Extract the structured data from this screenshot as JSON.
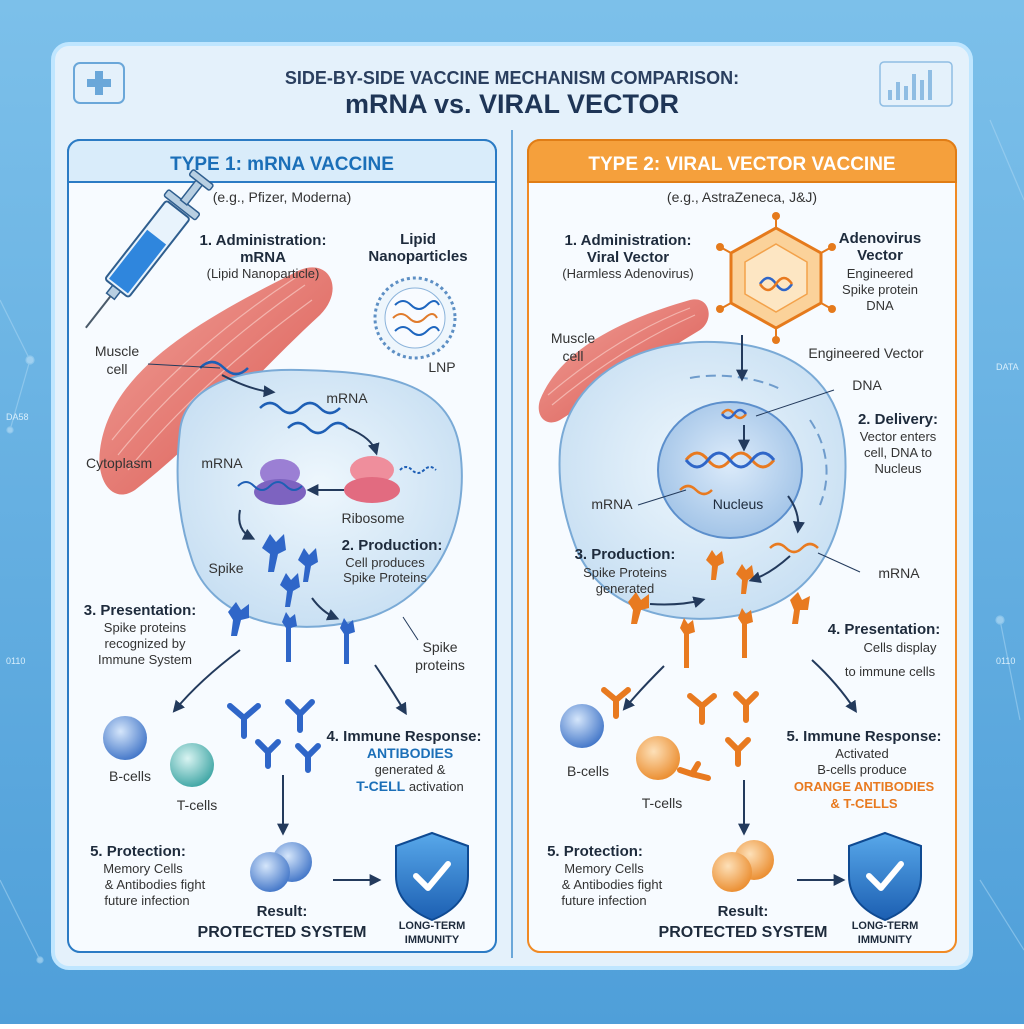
{
  "header": {
    "line1": "SIDE-BY-SIDE VACCINE MECHANISM COMPARISON:",
    "line2": "mRNA vs. VIRAL VECTOR"
  },
  "left": {
    "title": "TYPE 1: mRNA VACCINE",
    "subtitle": "(e.g., Pfizer, Moderna)",
    "step1_title": "1. Administration:",
    "step1_line2": "mRNA",
    "step1_line3": "(Lipid Nanoparticle)",
    "lipid_line1": "Lipid",
    "lipid_line2": "Nanoparticles",
    "lnp": "LNP",
    "muscle_line1": "Muscle",
    "muscle_line2": "cell",
    "mrna_top": "mRNA",
    "cytoplasm": "Cytoplasm",
    "mrna_left": "mRNA",
    "ribosome": "Ribosome",
    "spike": "Spike",
    "step2_title": "2. Production:",
    "step2_line2": "Cell produces",
    "step2_line3": "Spike Proteins",
    "step3_title": "3. Presentation:",
    "step3_line2": "Spike proteins",
    "step3_line3": "recognized by",
    "step3_line4": "Immune System",
    "spike_proteins_line1": "Spike",
    "spike_proteins_line2": "proteins",
    "bcells": "B-cells",
    "tcells": "T-cells",
    "step4_title": "4. Immune Response:",
    "step4_line2": "ANTIBODIES",
    "step4_line3": "generated &",
    "step4_line4a": "T-CELL",
    "step4_line4b": " activation",
    "step5_title": "5. Protection:",
    "step5_line2": "Memory Cells",
    "step5_line3": "& Antibodies fight",
    "step5_line4": "future infection",
    "result_line1": "Result:",
    "result_line2": "PROTECTED SYSTEM",
    "immunity_line1": "LONG-TERM",
    "immunity_line2": "IMMUNITY"
  },
  "right": {
    "title": "TYPE 2: VIRAL VECTOR VACCINE",
    "subtitle": "(e.g., AstraZeneca, J&J)",
    "step1_title": "1. Administration:",
    "step1_line2": "Viral Vector",
    "step1_line3": "(Harmless Adenovirus)",
    "adeno_line1": "Adenovirus",
    "adeno_line2": "Vector",
    "adeno_line3": "Engineered",
    "adeno_line4": "Spike protein",
    "adeno_line5": "DNA",
    "muscle_line1": "Muscle",
    "muscle_line2": "cell",
    "engineered": "Engineered Vector",
    "dna": "DNA",
    "step2_title": "2. Delivery:",
    "step2_line2": "Vector enters",
    "step2_line3": "cell, DNA to",
    "step2_line4": "Nucleus",
    "mrna_left": "mRNA",
    "nucleus": "Nucleus",
    "mrna_right": "mRNA",
    "step3_title": "3. Production:",
    "step3_line2": "Spike Proteins",
    "step3_line3": "generated",
    "step4_title": "4. Presentation:",
    "step4_line2": "Cells display",
    "step4_line3": "to immune cells",
    "bcells": "B-cells",
    "tcells": "T-cells",
    "step5_title": "5. Immune Response:",
    "step5_line2": "Activated",
    "step5_line3": "B-cells produce",
    "step5_line4": "ORANGE ANTIBODIES",
    "step5_line5": "& T-CELLS",
    "step6_title": "5. Protection:",
    "step6_line2": "Memory Cells",
    "step6_line3": "& Antibodies fight",
    "step6_line4": "future infection",
    "result_line1": "Result:",
    "result_line2": "PROTECTED SYSTEM",
    "immunity_line1": "LONG-TERM",
    "immunity_line2": "IMMUNITY"
  },
  "decor": {
    "side_left_1": "DA58",
    "side_left_2": "0110",
    "side_right_1": "DATA",
    "side_right_2": "0110"
  },
  "colors": {
    "blue_accent": "#1b6fb8",
    "orange_accent": "#f08a24",
    "spike_blue": "#2f66c8",
    "spike_orange": "#e87a20"
  }
}
